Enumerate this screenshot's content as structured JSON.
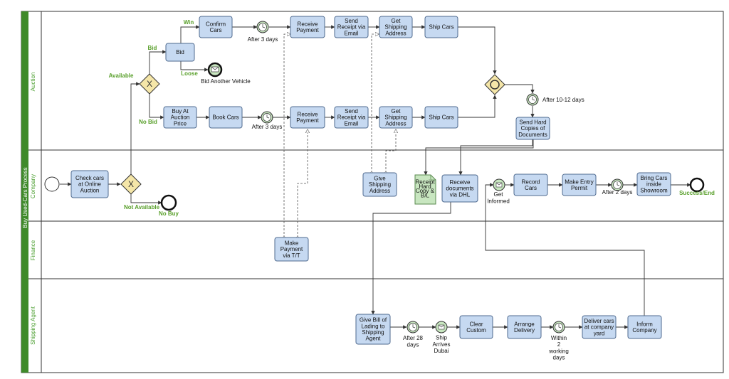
{
  "pool": {
    "title": "Buy Used-Cars Process"
  },
  "lanes": {
    "auction": "Auction",
    "company": "Company",
    "finance": "Finance",
    "shipping": "Shipping Agent"
  },
  "tasks": {
    "check_cars": "Check cars|at Online|Auction",
    "bid": "Bid",
    "confirm_cars": "Confirm|Cars",
    "buy_auction": "Buy At|Auction|Price",
    "book_cars": "Book Cars",
    "receive_payment_1": "Receive|Payment",
    "receive_payment_2": "Receive|Payment",
    "send_receipt_1": "Send|Receipt via|Email",
    "send_receipt_2": "Send|Receipt via|Email",
    "get_shipping_1": "Get|Shipping|Address",
    "get_shipping_2": "Get|Shipping|Address",
    "ship_cars_1": "Ship Cars",
    "ship_cars_2": "Ship Cars",
    "send_hard_copies": "Send Hard|Copies of|Documents",
    "give_shipping": "Give|Shipping|Address",
    "receive_docs": "Receive|documents|via DHL",
    "record_cars": "Record|Cars",
    "make_entry": "Make Entry|Permit",
    "bring_cars": "Bring Cars|inside|Showroom",
    "make_payment": "Make|Payment|via T/T",
    "give_bill": "Give Bill of|Lading to|Shipping|Agent",
    "clear_custom": "Clear|Custom",
    "arrange_delivery": "Arrange|Delivery",
    "deliver_cars": "Deliver cars|at company|yard",
    "inform_company": "Inform|Company"
  },
  "document": {
    "text": "Receipt|Hard|Copy &|B/L"
  },
  "labels": {
    "available": "Available",
    "not_available": "Not Available",
    "no_buy": "No Buy",
    "bid": "Bid",
    "no_bid": "No Bid",
    "win": "Win",
    "loose": "Loose",
    "bid_another": "Bid Another Vehicle",
    "after3_top": "After 3 days",
    "after3_bottom": "After 3 days",
    "after_10_12": "After 10-12 days",
    "get_informed": "Get|Informed",
    "after2": "After 2 days",
    "success": "Success/End",
    "after28": "After 28|days",
    "ship_arrives": "Ship|Arrives|Dubai",
    "within2": "Within|2|working|days"
  }
}
